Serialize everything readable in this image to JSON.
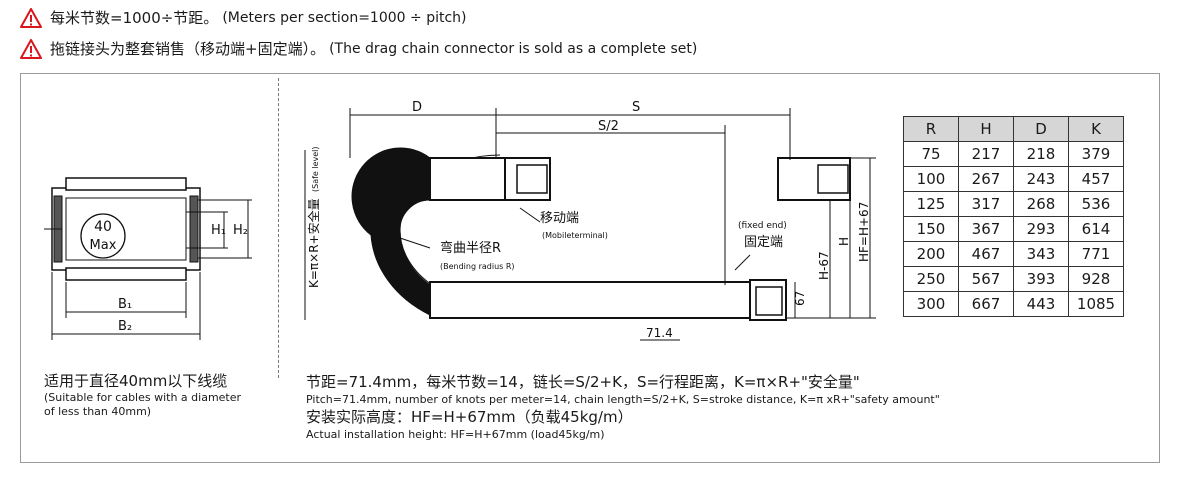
{
  "notes": [
    {
      "cn": "每米节数=1000÷节距。",
      "en": "(Meters per section=1000 ÷ pitch)"
    },
    {
      "cn": "拖链接头为整套销售（移动端+固定端）。",
      "en": "(The drag chain connector is sold as a complete set)"
    }
  ],
  "section": {
    "inner_label": "40",
    "inner_label2": "Max",
    "h1": "H₁",
    "h2": "H₂",
    "b1": "B₁",
    "b2": "B₂",
    "caption_cn": "适用于直径40mm以下线缆",
    "caption_en_line1": "(Suitable for cables with a diameter",
    "caption_en_line2": "of less than 40mm)"
  },
  "chain": {
    "d": "D",
    "s": "S",
    "s_half": "S/2",
    "safe_formula": "K=π×R+安全量",
    "safe_level": "(Safe level)",
    "moving_cn": "移动端",
    "moving_en": "(Mobileterminal)",
    "bending_cn": "弯曲半径R",
    "bending_en": "(Bending radius R)",
    "fixed_en": "(fixed end)",
    "fixed_cn": "固定端",
    "pitch": "71.4",
    "h67": "67",
    "h_minus": "H-67",
    "h": "H",
    "hf": "HF=H+67"
  },
  "formula": {
    "line1_cn": "节距=71.4mm，每米节数=14，链长=S/2+K，S=行程距离，K=π×R+\"安全量\"",
    "line1_en": "Pitch=71.4mm, number of knots per meter=14, chain length=S/2+K, S=stroke distance, K=π xR+\"safety amount\"",
    "line2_cn": "安装实际高度：HF=H+67mm（负载45kg/m）",
    "line2_en": "Actual installation height: HF=H+67mm (load45kg/m)"
  },
  "table": {
    "headers": [
      "R",
      "H",
      "D",
      "K"
    ],
    "rows": [
      [
        "75",
        "217",
        "218",
        "379"
      ],
      [
        "100",
        "267",
        "243",
        "457"
      ],
      [
        "125",
        "317",
        "268",
        "536"
      ],
      [
        "150",
        "367",
        "293",
        "614"
      ],
      [
        "200",
        "467",
        "343",
        "771"
      ],
      [
        "250",
        "567",
        "393",
        "928"
      ],
      [
        "300",
        "667",
        "443",
        "1085"
      ]
    ]
  },
  "colors": {
    "warning": "#d9161e",
    "line": "#111111",
    "table_header": "#d6d6d6"
  }
}
